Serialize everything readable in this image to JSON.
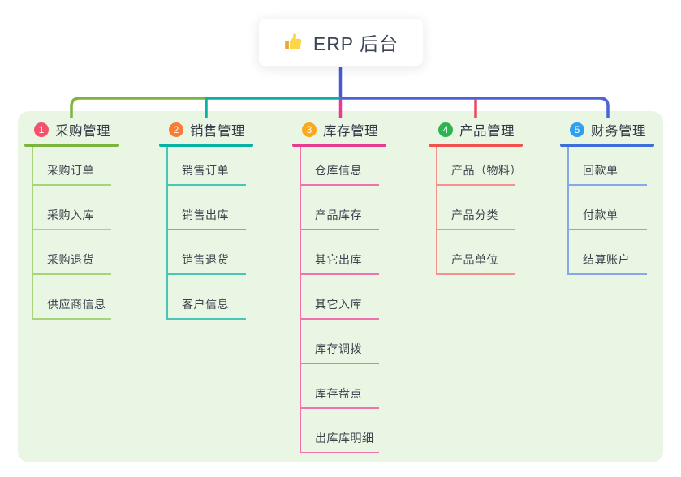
{
  "root": {
    "title": "ERP 后台",
    "icon": "thumbs-up"
  },
  "colors": {
    "panel_bg": "#e9f6e4",
    "root_stem": "#4a58d4",
    "bus_green": "#7cb53e",
    "bus_teal": "#06b2a3",
    "bus_blue": "#4a63d8",
    "drop_pink": "#e73b8f",
    "drop_red": "#f2455c",
    "icon_yellow": "#fbd64a",
    "icon_cuff": "#e8a838"
  },
  "branches": [
    {
      "badge": "1",
      "label": "采购管理",
      "badge_color": "#f3516c",
      "line_color": "#7cb53e",
      "child_line_color": "#a6d478",
      "children": [
        "采购订单",
        "采购入库",
        "采购退货",
        "供应商信息"
      ]
    },
    {
      "badge": "2",
      "label": "销售管理",
      "badge_color": "#f97c35",
      "line_color": "#06b2a3",
      "child_line_color": "#4cc5b9",
      "children": [
        "销售订单",
        "销售出库",
        "销售退货",
        "客户信息"
      ]
    },
    {
      "badge": "3",
      "label": "库存管理",
      "badge_color": "#fba81c",
      "line_color": "#e73b8f",
      "child_line_color": "#f170ae",
      "children": [
        "仓库信息",
        "产品库存",
        "其它出库",
        "其它入库",
        "库存调拨",
        "库存盘点",
        "出库库明细"
      ]
    },
    {
      "badge": "4",
      "label": "产品管理",
      "badge_color": "#2eb252",
      "line_color": "#f2514f",
      "child_line_color": "#f78f8d",
      "children": [
        "产品（物料）",
        "产品分类",
        "产品单位"
      ]
    },
    {
      "badge": "5",
      "label": "财务管理",
      "badge_color": "#2f9ff2",
      "line_color": "#3e6ed9",
      "child_line_color": "#85a8ea",
      "children": [
        "回款单",
        "付款单",
        "结算账户"
      ]
    }
  ]
}
